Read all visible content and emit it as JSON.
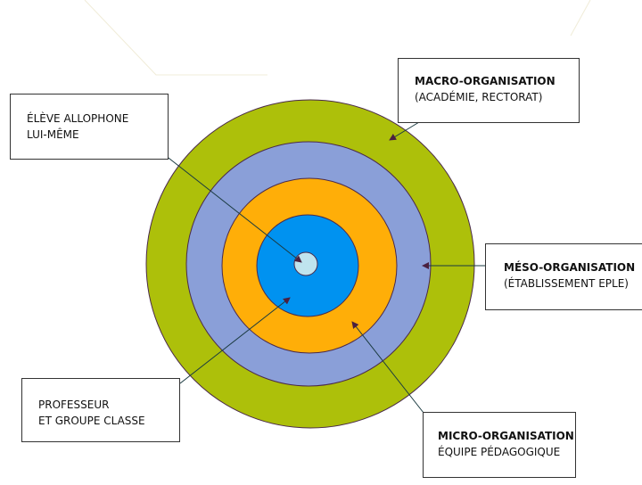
{
  "colors": {
    "macro_ring": "#adc00a",
    "meso_ring": "#8a9fd8",
    "micro_ring": "#ffae08",
    "teacher_ring": "#0092f0",
    "student_core": "#bfe4ee",
    "ring_outline": "#4a2a4a",
    "arrow": "#4a2040"
  },
  "labels": {
    "macro": {
      "line1": "MACRO-ORGANISATION",
      "line2": "(ACADÉMIE, RECTORAT)"
    },
    "eleve": {
      "line1": "ÉLÈVE ALLOPHONE",
      "line2": "LUI-MÊME"
    },
    "meso": {
      "line1": "MÉSO-ORGANISATION",
      "line2": "(ÉTABLISSEMENT EPLE)"
    },
    "prof": {
      "line1": "PROFESSEUR",
      "line2": "ET GROUPE CLASSE"
    },
    "micro": {
      "line1": "MICRO-ORGANISATION",
      "line2": "ÉQUIPE PÉDAGOGIQUE"
    }
  }
}
